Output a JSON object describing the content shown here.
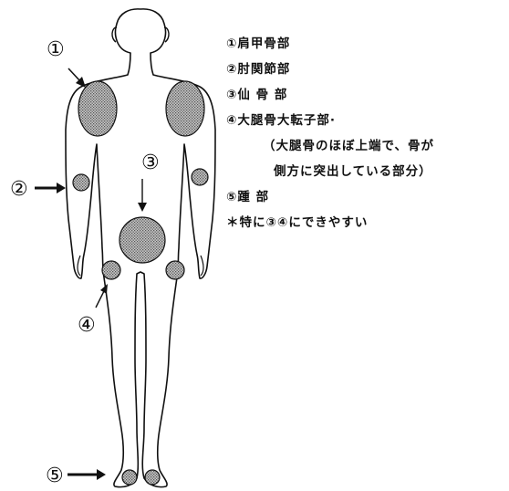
{
  "markers": {
    "m1": "①",
    "m2": "②",
    "m3": "③",
    "m4": "④",
    "m5": "⑤"
  },
  "legend": {
    "line1": "①肩甲骨部",
    "line2": "②肘関節部",
    "line3": "③仙 骨 部",
    "line4": "④大腿骨大転子部·",
    "line5": "（大腿骨のほぼ上端で、骨が",
    "line6": "側方に突出している部分）",
    "line7": "⑤踵 部",
    "line8": "＊特に③④にできやすい"
  },
  "colors": {
    "outline": "#111111",
    "shaded_area": "#9a9a9a"
  }
}
